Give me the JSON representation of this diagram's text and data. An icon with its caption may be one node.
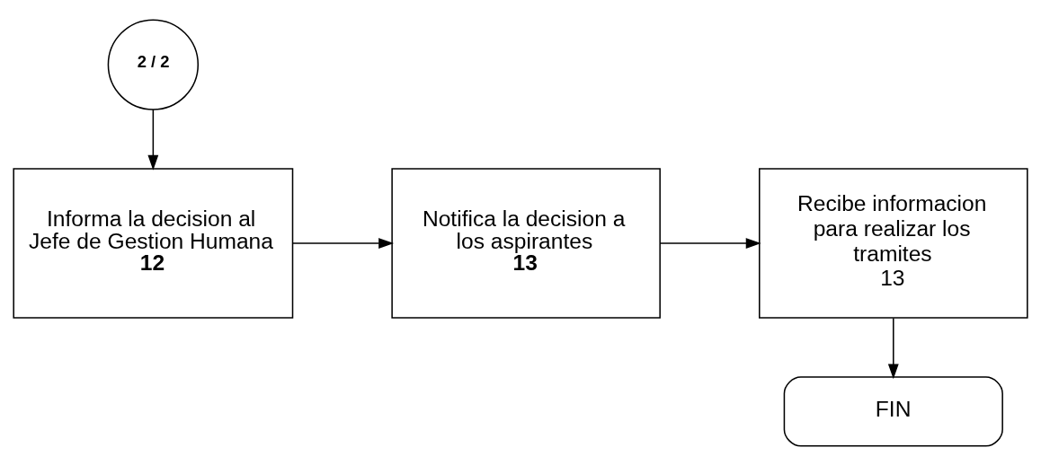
{
  "diagram": {
    "nodes": [
      {
        "text": [
          "2 / 2"
        ]
      },
      {
        "text": [
          "Informa la decision al Jefe de Gestion Humana",
          "12"
        ]
      },
      {
        "text": [
          "Notifica la decision a los aspirantes",
          "13"
        ]
      },
      {
        "text": [
          "Recibe informacion para realizar los tramites",
          "13"
        ]
      },
      {
        "text": [
          "FIN"
        ]
      }
    ],
    "edges": [
      {
        "from": 0,
        "to": 1,
        "arrow": "to"
      },
      {
        "from": 1,
        "to": 2,
        "arrow": "to"
      },
      {
        "from": 2,
        "to": 3,
        "arrow": "to"
      },
      {
        "from": 3,
        "to": 4,
        "arrow": "to"
      }
    ]
  }
}
